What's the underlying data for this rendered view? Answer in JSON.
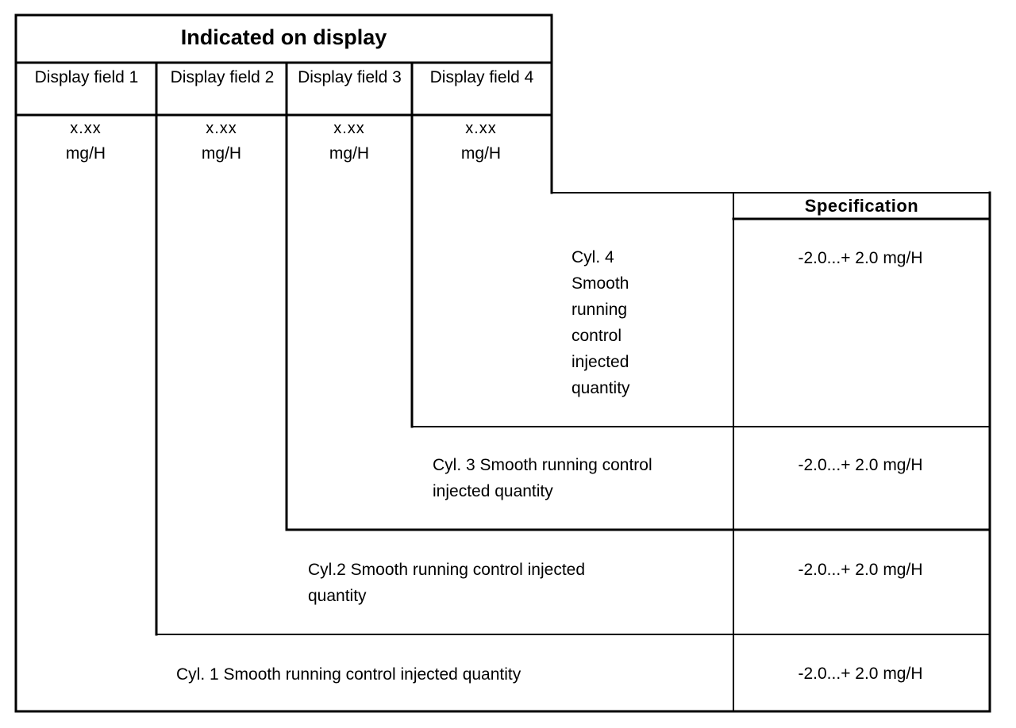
{
  "title": "Indicated on display",
  "specification_title": "Specification",
  "display_fields": [
    {
      "label": "Display field 1",
      "value": "x.xx",
      "unit": "mg/H"
    },
    {
      "label": "Display field 2",
      "value": "x.xx",
      "unit": "mg/H"
    },
    {
      "label": "Display field 3",
      "value": "x.xx",
      "unit": "mg/H"
    },
    {
      "label": "Display field 4",
      "value": "x.xx",
      "unit": "mg/H"
    }
  ],
  "rows": [
    {
      "description": "Cyl. 4 Smooth running control injected quantity",
      "spec": "-2.0...+ 2.0 mg/H"
    },
    {
      "description": "Cyl. 3 Smooth running control injected quantity",
      "spec": "-2.0...+ 2.0 mg/H"
    },
    {
      "description": "Cyl.2 Smooth running control injected quantity",
      "spec": "-2.0...+ 2.0 mg/H"
    },
    {
      "description": "Cyl. 1 Smooth running control injected quantity",
      "spec": "-2.0...+ 2.0 mg/H"
    }
  ]
}
